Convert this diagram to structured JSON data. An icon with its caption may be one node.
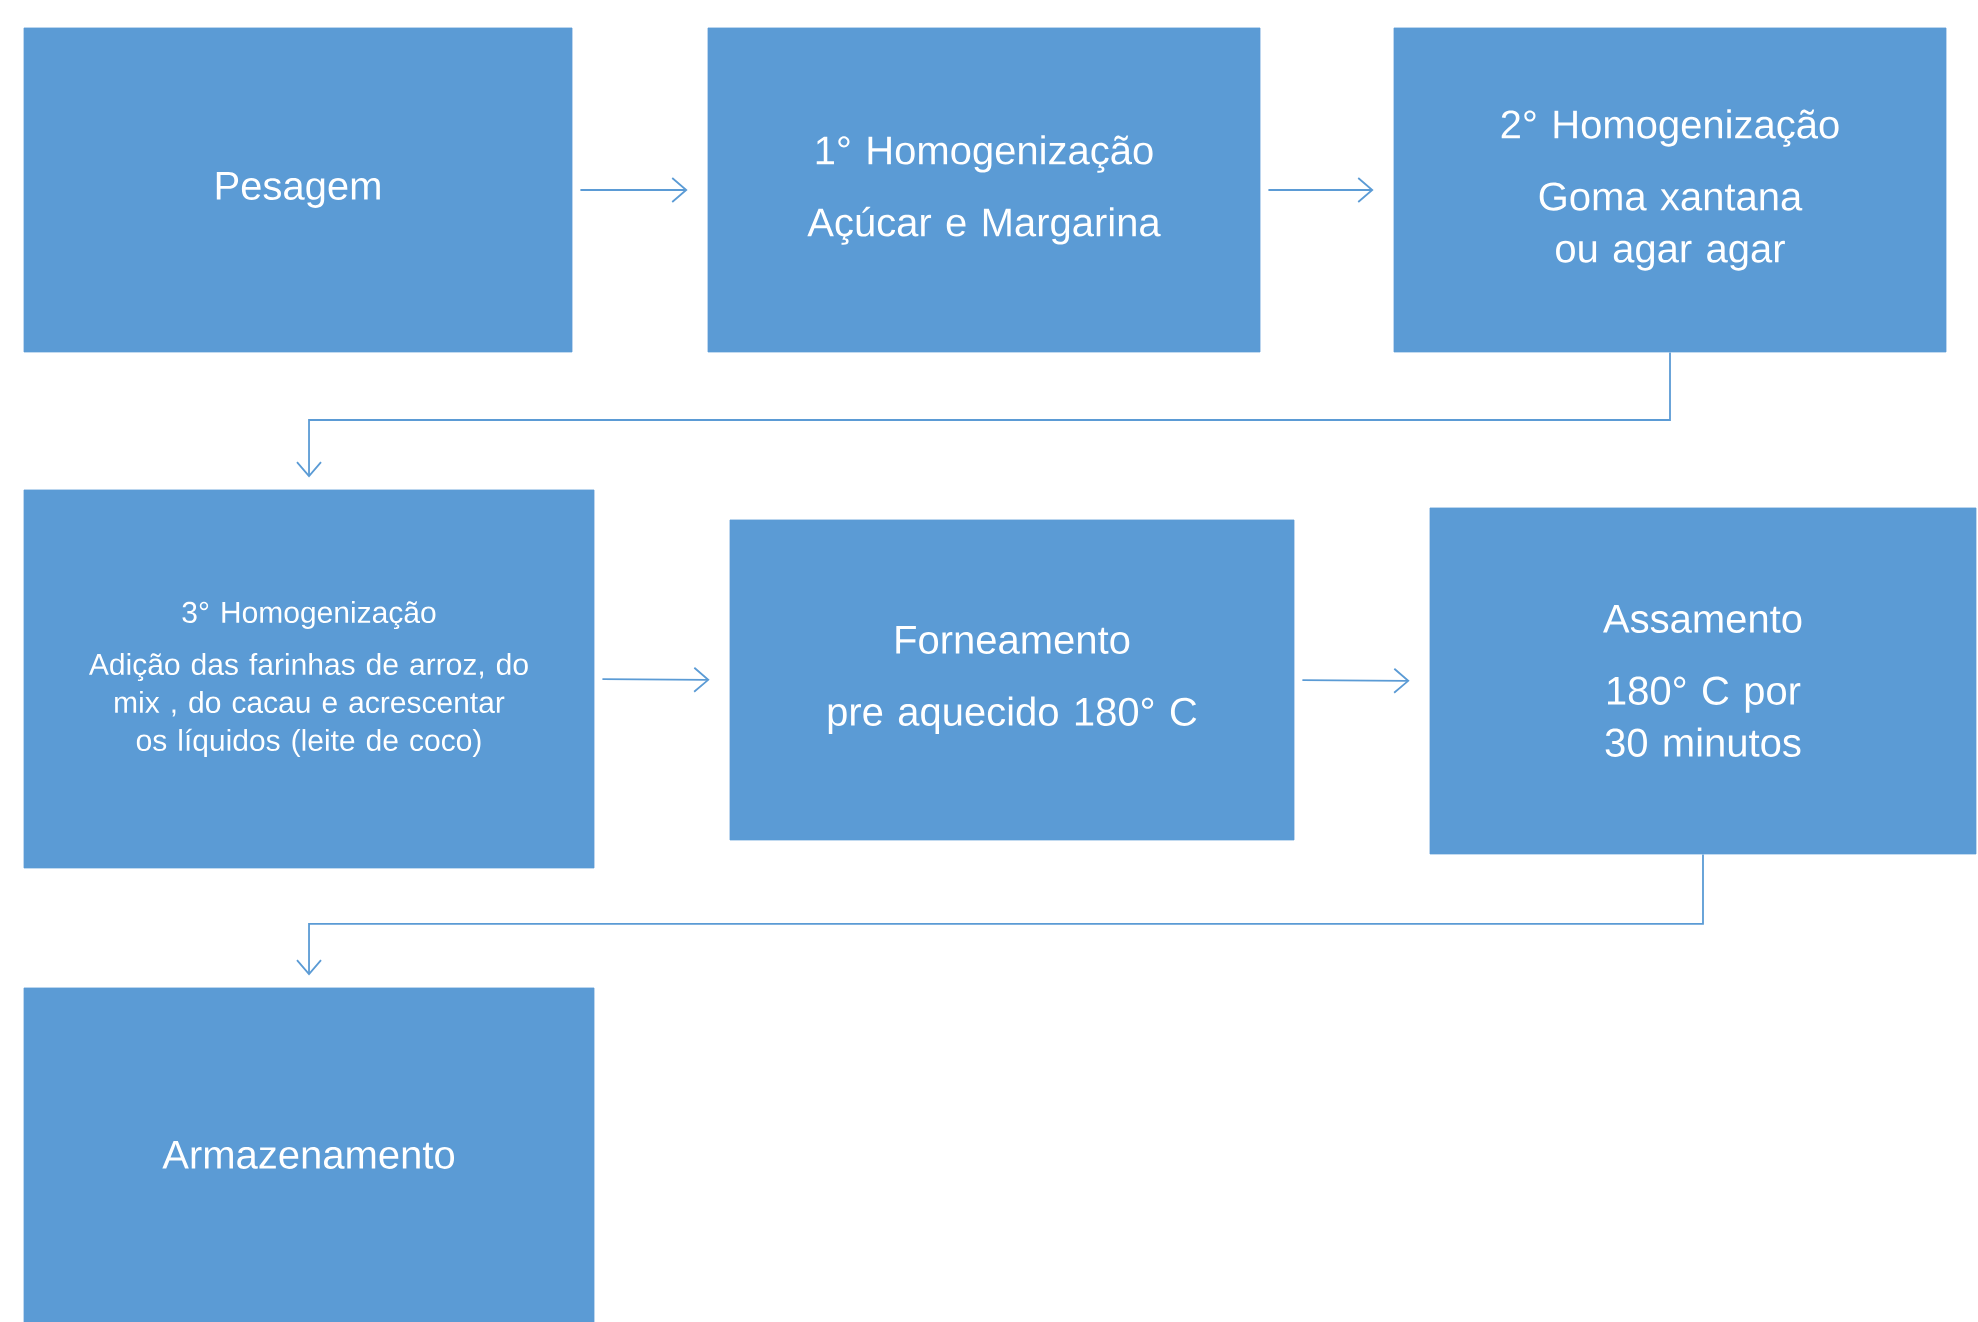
{
  "diagram": {
    "nodes": [
      {
        "text": [
          "Pesagem"
        ]
      },
      {
        "text": [
          "1° Homogenização",
          "Açúcar e Margarina"
        ]
      },
      {
        "text": [
          "2° Homogenização",
          "Goma xantana ou agar agar"
        ]
      },
      {
        "text": [
          "3° Homogenização",
          "Adição das farinhas de arroz, do mix , do cacau e acrescentar os líquidos (leite de coco)"
        ]
      },
      {
        "text": [
          "Forneamento",
          "pre aquecido 180° C"
        ]
      },
      {
        "text": [
          "Assamento",
          "180° C por 30 minutos"
        ]
      },
      {
        "text": [
          "Armazenamento"
        ]
      }
    ],
    "edges": [
      {
        "from": 0,
        "to": 1,
        "arrow": "to"
      },
      {
        "from": 1,
        "to": 2,
        "arrow": "to"
      },
      {
        "from": 2,
        "to": 3,
        "arrow": "to"
      },
      {
        "from": 3,
        "to": 4,
        "arrow": "to"
      },
      {
        "from": 4,
        "to": 5,
        "arrow": "to"
      },
      {
        "from": 5,
        "to": 6,
        "arrow": "to"
      }
    ]
  }
}
